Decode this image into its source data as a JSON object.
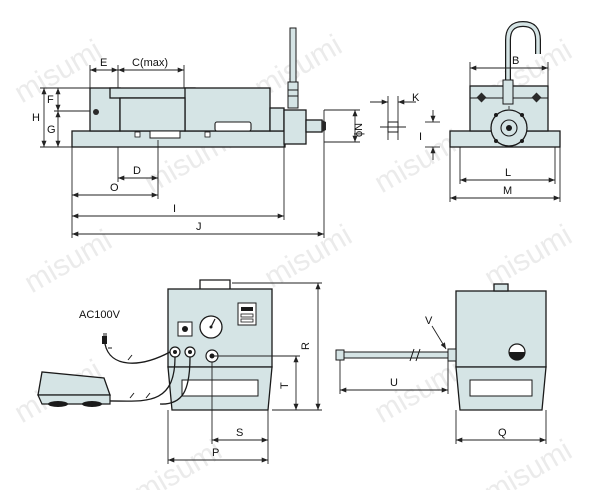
{
  "watermark": "misumi",
  "top_view": {
    "labels": {
      "E": "E",
      "C": "C(max)",
      "F": "F",
      "H": "H",
      "G": "G",
      "D": "D",
      "O": "O",
      "I": "I",
      "J": "J",
      "N": "ϕN"
    }
  },
  "end_view": {
    "labels": {
      "K": "K",
      "I": "I",
      "B": "B",
      "L": "L",
      "M": "M"
    }
  },
  "pump_unit": {
    "power": "AC100V",
    "labels": {
      "R": "R",
      "T": "T",
      "S": "S",
      "P": "P",
      "V": "V",
      "U": "U",
      "Q": "Q"
    }
  },
  "colors": {
    "body": "#d5e4e5",
    "line": "#1a1a1a"
  }
}
